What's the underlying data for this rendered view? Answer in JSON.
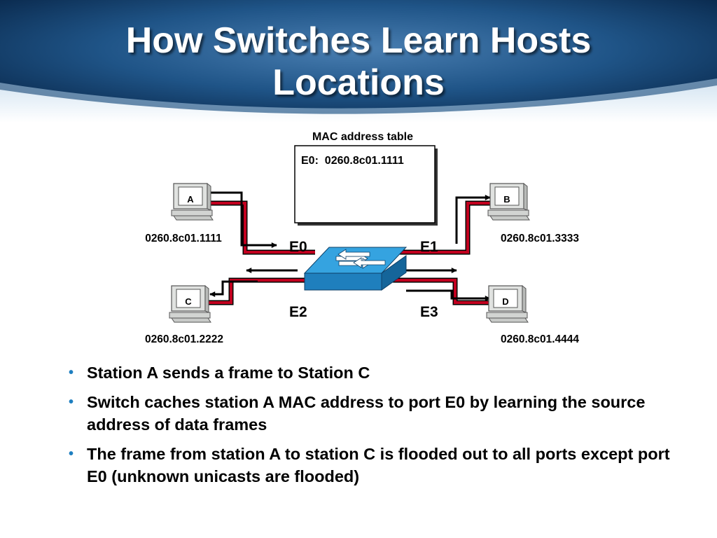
{
  "slide": {
    "title_lines": [
      "How Switches Learn Hosts",
      "Locations"
    ],
    "colors": {
      "banner_dark": "#0b2f55",
      "banner_light": "#3c6fa1",
      "switch": "#2b93d1",
      "link_red": "#b3001e",
      "bullet": "#1e7fc0"
    }
  },
  "diagram": {
    "mac_table": {
      "caption": "MAC address table",
      "entries": [
        "E0:  0260.8c01.1111"
      ]
    },
    "ports": {
      "e0": "E0",
      "e1": "E1",
      "e2": "E2",
      "e3": "E3"
    },
    "stations": {
      "a": {
        "label": "A",
        "mac": "0260.8c01.1111"
      },
      "b": {
        "label": "B",
        "mac": "0260.8c01.3333"
      },
      "c": {
        "label": "C",
        "mac": "0260.8c01.2222"
      },
      "d": {
        "label": "D",
        "mac": "0260.8c01.4444"
      }
    }
  },
  "bullets": [
    "Station A sends a frame to Station C",
    "Switch caches station A MAC address to port E0 by learning the source address of data frames",
    "The frame from station A to station C is flooded out to all ports except port E0 (unknown unicasts are flooded)"
  ]
}
